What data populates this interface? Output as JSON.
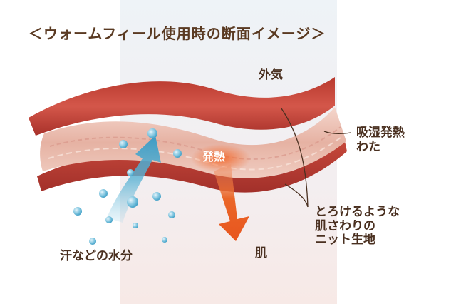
{
  "title": "＜ウォームフィール使用時の断面イメージ＞",
  "labels": {
    "outside_air": "外気",
    "absorbent_batting": "吸湿発熱\nわた",
    "heat": "発熱",
    "knit": "とろけるような\n肌さわりの\nニット生地",
    "sweat": "汗などの水分",
    "skin": "肌"
  },
  "colors": {
    "fabric_red": "#c94a3c",
    "batting_pink": "#e9b8a8",
    "moisture_blue": "#4aa6c9",
    "heat_orange": "#e8551e",
    "text_brown": "#5a3a22"
  }
}
